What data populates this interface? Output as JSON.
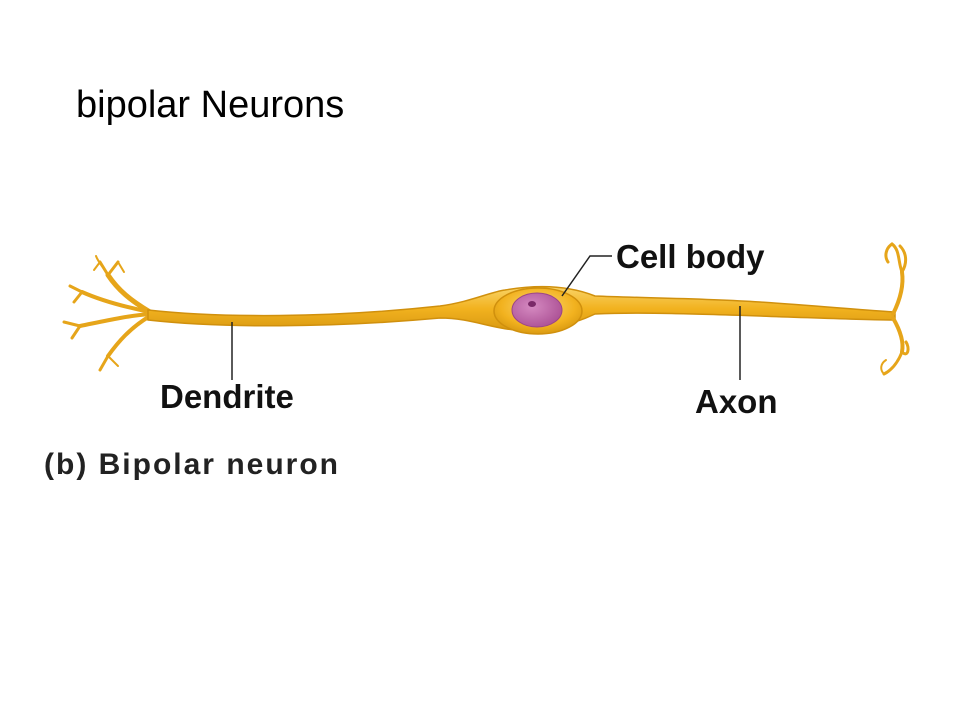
{
  "slide": {
    "title": "bipolar Neurons"
  },
  "diagram": {
    "labels": {
      "cell_body": "Cell body",
      "dendrite": "Dendrite",
      "axon": "Axon"
    },
    "caption": "(b) Bipolar neuron",
    "colors": {
      "neuron_fill": "#f2b21f",
      "neuron_outline": "#d0900d",
      "neuron_highlight": "#f9d468",
      "nucleus": "#b35a9d",
      "nucleolus": "#7a2a68",
      "leader_line": "#222222"
    }
  }
}
